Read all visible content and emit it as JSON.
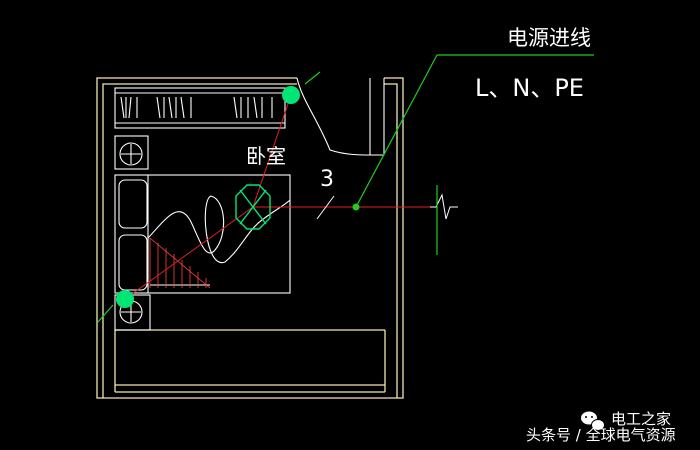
{
  "drawing": {
    "room_label": "卧室",
    "circuit_number": "3",
    "power_inlet_title": "电源进线",
    "power_inlet_conductors": "L、N、PE",
    "colors": {
      "background": "#000000",
      "walls": "#f2e6b4",
      "furniture": "#ffffff",
      "wiring": "#e31f1f",
      "leader": "#1fcc1f",
      "fixtures": "#00e676",
      "hatch": "#ff4444"
    }
  },
  "watermark": {
    "channel": "电工之家",
    "source": "头条号 / 全球电气资源",
    "icon": "wechat-icon"
  }
}
